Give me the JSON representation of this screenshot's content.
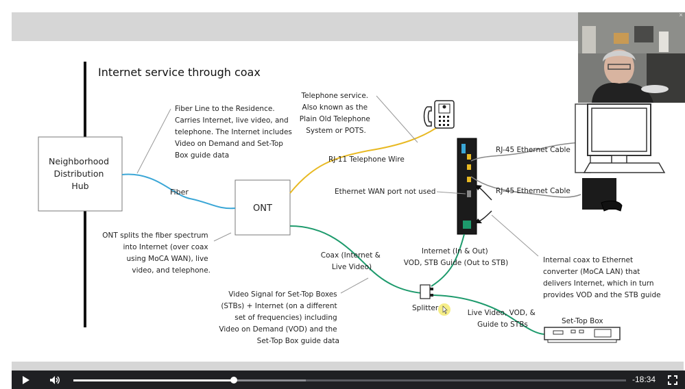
{
  "slide": {
    "title": "Internet service through coax",
    "hub_lines": [
      "Neighborhood",
      "Distribution",
      "Hub"
    ],
    "ont_label": "ONT",
    "fiber_label": "Fiber",
    "fiber_note": [
      "Fiber Line to the Residence.",
      "Carries Internet, live video, and",
      "telephone. The Internet includes",
      "Video on Demand and Set-Top",
      "Box guide data"
    ],
    "telephone_note": [
      "Telephone service.",
      "Also known as the",
      "Plain Old Telephone",
      "System or POTS."
    ],
    "rj11_label": "RJ-11 Telephone Wire",
    "rj45_label_1": "RJ-45 Ethernet Cable",
    "rj45_label_2": "RJ-45 Ethernet Cable",
    "wan_label": "Ethernet WAN port not used",
    "ont_split_note": [
      "ONT splits the fiber spectrum",
      "into Internet (over coax",
      "using MoCA WAN), live",
      "video, and telephone."
    ],
    "coax_label": [
      "Coax (Internet &",
      "Live Video)"
    ],
    "internet_label": [
      "Internet (In & Out)",
      "VOD, STB Guide (Out to STB)"
    ],
    "moca_note": [
      "Internal coax to Ethernet",
      "converter (MoCA LAN) that",
      "delivers Internet, which in turn",
      "provides VOD and the STB guide"
    ],
    "video_signal_note": [
      "Video Signal for Set-Top Boxes",
      "(STBs) + Internet (on a different",
      "set of frequencies) including",
      "Video on Demand (VOD) and the",
      "Set-Top Box guide data"
    ],
    "splitter_label": "Splitter",
    "live_video_label": [
      "Live Video, VOD, &",
      "Guide to STBs"
    ],
    "stb_label": "Set-Top Box"
  },
  "player": {
    "time_remaining": "-18:34",
    "progress_fraction": 0.29,
    "buffered_fraction": 0.42,
    "icons": [
      "play-icon",
      "volume-icon",
      "fullscreen-icon"
    ]
  },
  "webcam": {
    "close_glyph": "×"
  },
  "colors": {
    "fiber": "#3aa6d6",
    "coax": "#1d9a6c",
    "phone": "#e8b923",
    "gray": "#888888",
    "control_bar": "#1f2023"
  }
}
